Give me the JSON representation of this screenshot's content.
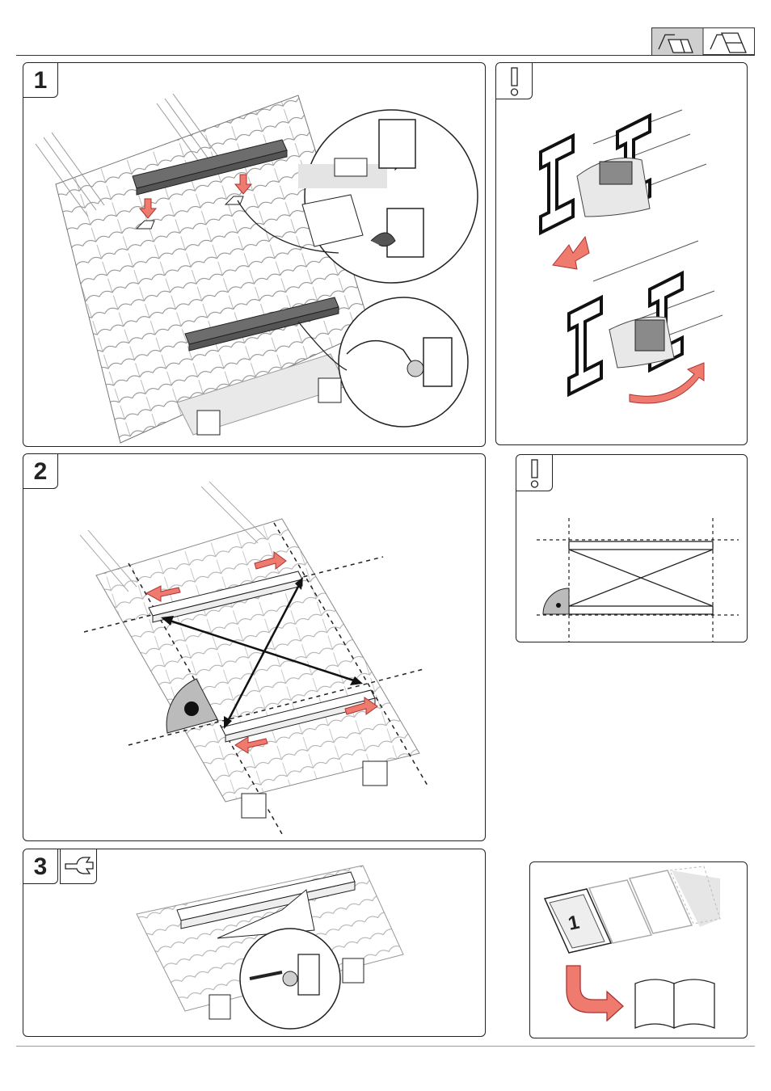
{
  "steps": [
    {
      "number": "1"
    },
    {
      "number": "2"
    },
    {
      "number": "3"
    }
  ],
  "next_panel": {
    "label": "1"
  },
  "icons": {
    "roof_mount_icon": "roof-portrait-icon",
    "roof_mount_icon_alt": "roof-landscape-icon",
    "warning_icon": "exclamation-icon",
    "tool_icon": "wrench-icon",
    "manual_icon": "open-book-icon"
  },
  "colors": {
    "accent_arrow": "#ef7a6e",
    "rail_dark": "#6d6d6d",
    "stroke": "#222222",
    "gray_fill": "#cfcfcf"
  }
}
